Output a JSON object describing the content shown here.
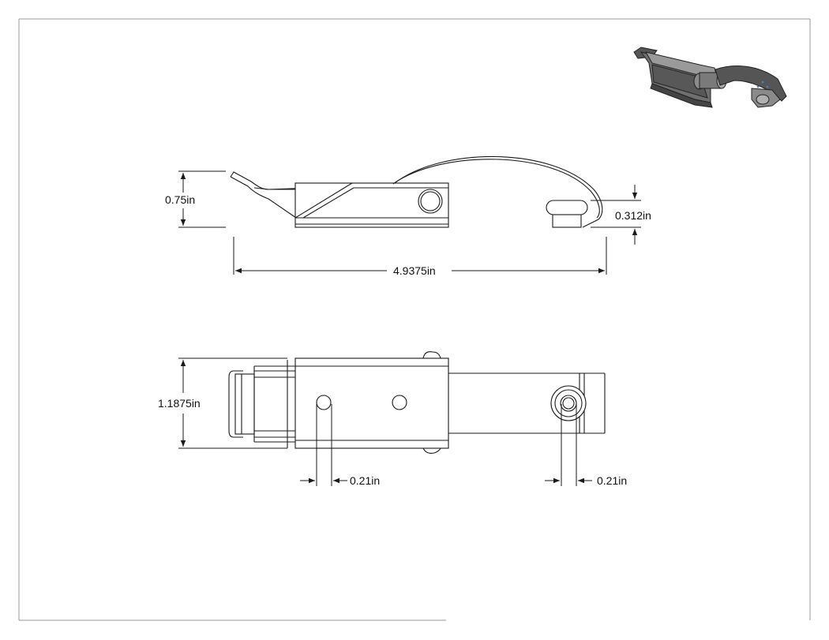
{
  "drawing": {
    "title": "",
    "colors": {
      "line": "#1a1a1a",
      "border": "#999999",
      "paper": "#ffffff",
      "iso_dark": "#3a3a3a",
      "iso_mid": "#7a7a7a"
    }
  },
  "dimensions": {
    "height_side": "0.75in",
    "catch_height": "0.312in",
    "overall_length": "4.9375in",
    "width_top": "1.1875in",
    "hole_left": "0.21in",
    "hole_right": "0.21in"
  },
  "views": {
    "isometric": {
      "icon": "latch-isometric-icon"
    }
  }
}
